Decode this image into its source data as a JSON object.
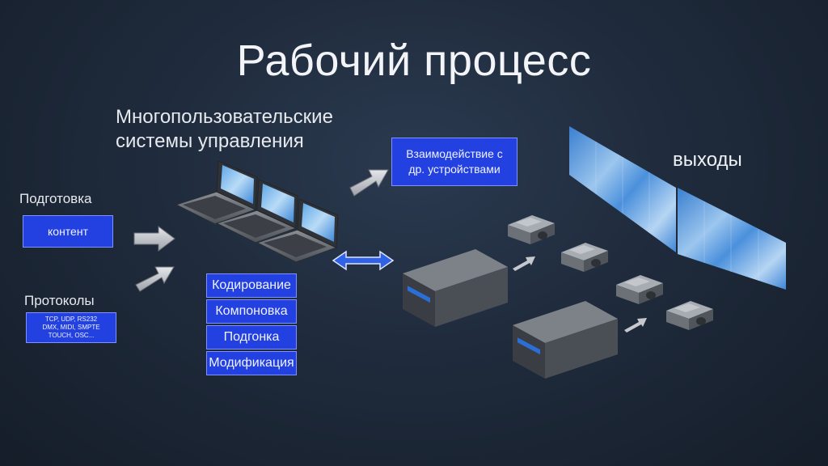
{
  "title": "Рабочий процесс",
  "control_systems": {
    "line1": "Многопользовательские",
    "line2": "системы управления"
  },
  "preparation": {
    "label": "Подготовка",
    "box": "контент"
  },
  "protocols": {
    "label": "Протоколы",
    "line1": "TCP, UDP, RS232",
    "line2": "DMX, MIDI, SMPTE",
    "line3": "TOUCH, OSC..."
  },
  "interaction": {
    "line1": "Взаимодействие с",
    "line2": "др. устройствами"
  },
  "outputs": "выходы",
  "processing": [
    "Кодирование",
    "Компоновка",
    "Подгонка",
    "Модификация"
  ],
  "colors": {
    "box_fill": "#2340e0",
    "background": "#1f2b3c"
  }
}
